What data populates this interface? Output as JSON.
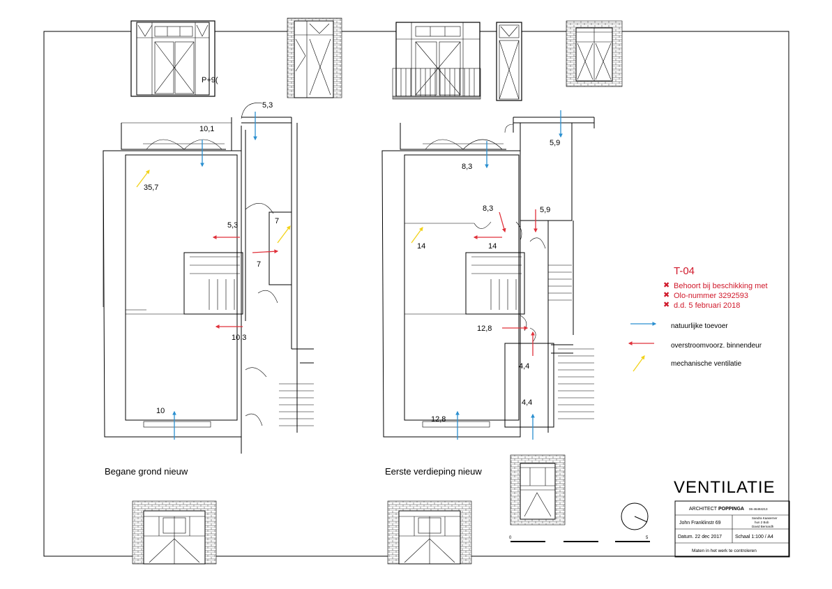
{
  "title": "VENTILATIE",
  "permit": {
    "code": "T-04",
    "lines": [
      "Behoort bij beschikking met",
      "Olo-nummer 3292593",
      "d.d. 5 februari 2018"
    ]
  },
  "legend": {
    "items": [
      {
        "label": "natuurlijke toevoer",
        "color": "#2a8fd0"
      },
      {
        "label": "overstroomvoorz. binnendeur",
        "color": "#e0303a"
      },
      {
        "label": "mechanische ventilatie",
        "color": "#f2d21b"
      }
    ]
  },
  "floors": {
    "ground": {
      "label": "Begane grond nieuw",
      "values": {
        "a": "10,1",
        "b": "5,3",
        "c": "35,7",
        "d": "5,3",
        "e": "7",
        "f": "7",
        "g": "10,3",
        "h": "10"
      }
    },
    "first": {
      "label": "Eerste verdieping nieuw",
      "values": {
        "a": "8,3",
        "b": "5,9",
        "c": "8,3",
        "d": "5,9",
        "e": "14",
        "f": "14",
        "g": "12,8",
        "h": "4,4",
        "i": "4,4",
        "j": "12,8"
      }
    }
  },
  "elevation_tag": "P+9(",
  "titleblock": {
    "architect_prefix": "ARCHITECT",
    "architect_name": "POPPINGA",
    "architect_code": "06-46484213",
    "address": "John Franklinstr 69",
    "client_lines": [
      "Sandra Kaaserner",
      "hun 2 Bob",
      "David Bernardh"
    ],
    "date": "Datum. 22 dec 2017",
    "scale": "Schaal 1:100 / A4",
    "note": "Maten in het werk te controleren"
  },
  "scalebar": {
    "start": "0",
    "end": "5"
  },
  "colors": {
    "blue": "#2a8fd0",
    "red": "#e0303a",
    "yellow": "#f2d21b",
    "permit_red": "#d0182a"
  }
}
